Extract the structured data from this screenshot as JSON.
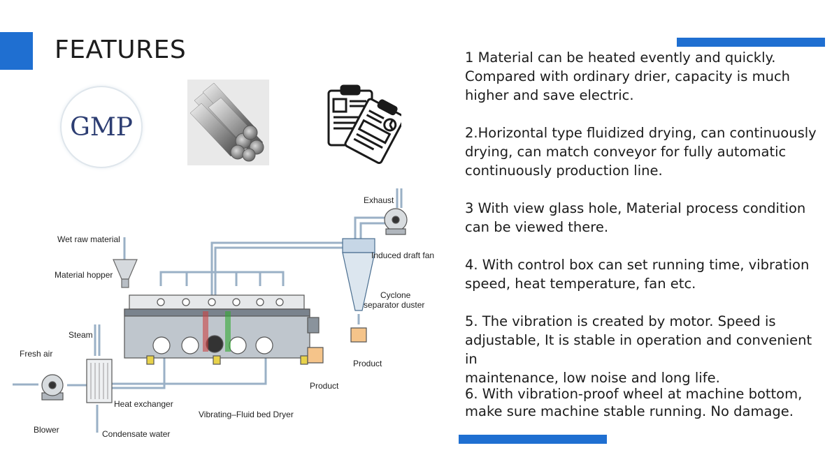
{
  "header": {
    "title": "FEATURES"
  },
  "images": {
    "gmp_logo_text": "GMP",
    "steel_icon": "steel-rods-icon",
    "report_icon": "clipboard-report-icon"
  },
  "features": [
    "1 Material can be heated evently and quickly.\nCompared with ordinary drier, capacity is much\nhigher and save electric.",
    "2.Horizontal type fluidized drying, can continuously\ndrying, can match conveyor for fully automatic\ncontinuously production line.",
    "3 With view glass hole, Material process condition\ncan be viewed there.",
    "4. With control box can set running time, vibration\nspeed, heat temperature, fan etc.",
    "5. The vibration is created by motor. Speed is\nadjustable, It is stable in operation and convenient in\nmaintenance, low noise and long life.",
    "6. With vibration-proof wheel at machine bottom,\nmake sure machine stable running. No damage."
  ],
  "diagram": {
    "labels": {
      "exhaust": "Exhaust",
      "wet_raw_material": "Wet raw material",
      "induced_draft_fan": "Induced draft fan",
      "material_hopper": "Material hopper",
      "cyclone": "Cyclone",
      "separator_duster": "separator duster",
      "steam": "Steam",
      "fresh_air": "Fresh air",
      "product_right": "Product",
      "product_bottom": "Product",
      "heat_exchanger": "Heat exchanger",
      "vibrating_fluid_bed_dryer": "Vibrating–Fluid bed Dryer",
      "blower": "Blower",
      "condensate_water": "Condensate water"
    }
  },
  "colors": {
    "accent": "#1f6fd1",
    "pipe": "#8fa6bd",
    "machine_body": "#c9cfd5",
    "machine_dark": "#5b6470"
  }
}
